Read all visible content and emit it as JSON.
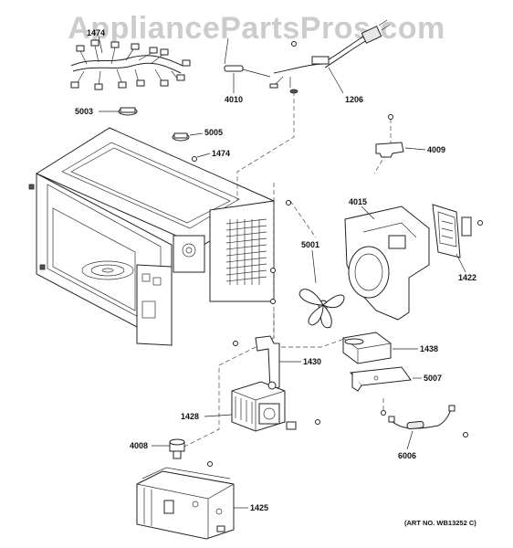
{
  "watermark": "AppliancePartsPros.com",
  "art_number": "(ART NO. WB13252 C)",
  "part_labels": {
    "harness": "1474",
    "fuse": "4010",
    "cord_harness": "1206",
    "thermostat_top": "5003",
    "thermostat_cavity": "5005",
    "screw_top": "1474",
    "bracket_top": "4009",
    "fan_duct": "4015",
    "fan_blade": "5001",
    "diode": "1422",
    "capacitor": "1438",
    "magnetron_bracket": "1430",
    "capacitor_bracket": "5007",
    "magnetron": "1428",
    "thermal_cutout": "4008",
    "thermistor": "6006",
    "transformer": "1425"
  }
}
